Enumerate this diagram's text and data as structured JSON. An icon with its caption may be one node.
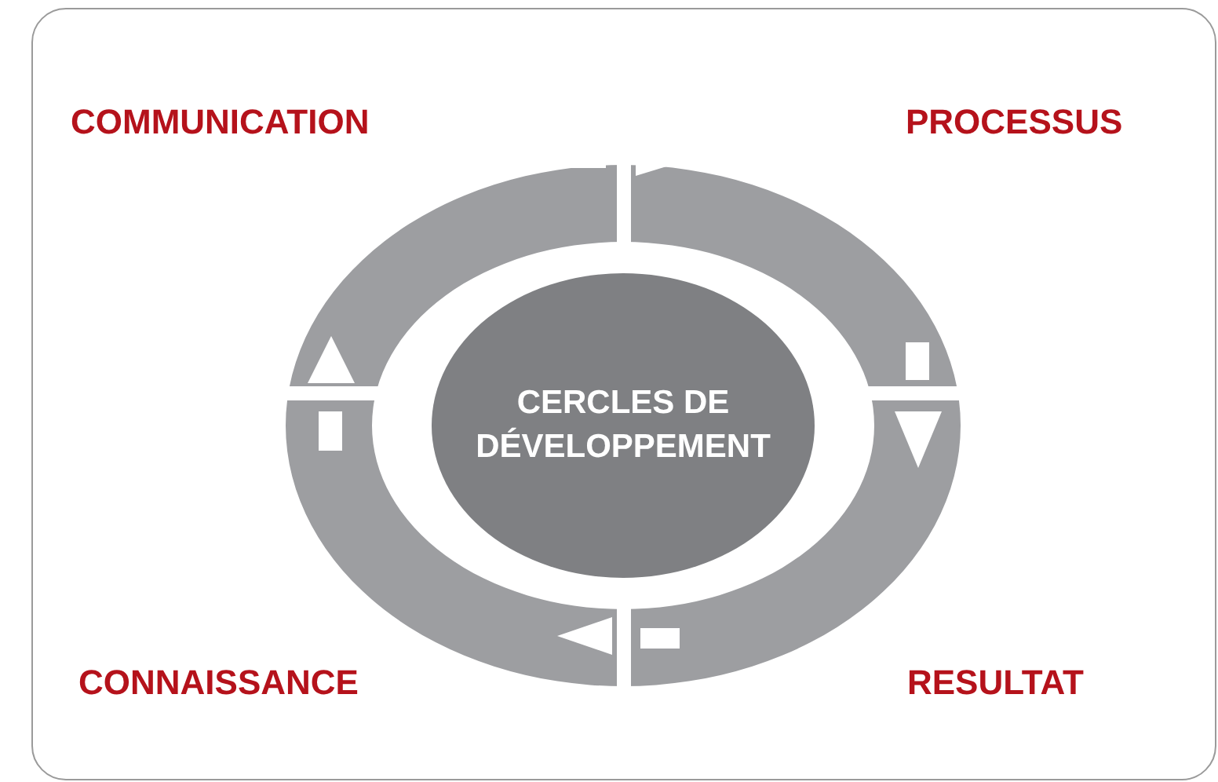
{
  "diagram": {
    "nodes": [
      {
        "text": [
          "CERCLES DE DÉVELOPPEMENT"
        ]
      }
    ],
    "labels": [
      "COMMUNICATION",
      "PROCESSUS",
      "CONNAISSANCE",
      "RESULTAT"
    ]
  }
}
